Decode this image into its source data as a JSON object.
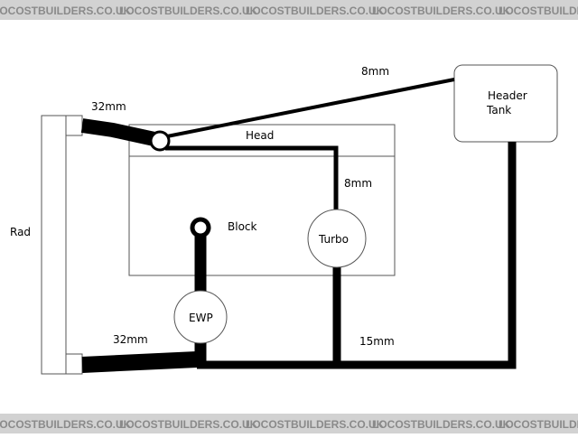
{
  "watermark": {
    "text": "LOCOSTBUILDERS.CO.UK",
    "band_color": "#d2d2d2",
    "text_color": "#8a8a8a"
  },
  "diagram": {
    "components": {
      "rad": "Rad",
      "head": "Head",
      "block": "Block",
      "turbo": "Turbo",
      "ewp": "EWP",
      "header_tank_line1": "Header",
      "header_tank_line2": "Tank"
    },
    "hose_sizes": {
      "header_feed": "8mm",
      "rad_top": "32mm",
      "turbo_feed": "8mm",
      "rad_bottom": "32mm",
      "return": "15mm"
    },
    "colors": {
      "line": "#000000",
      "outline": "#555555",
      "fill": "#ffffff"
    }
  }
}
